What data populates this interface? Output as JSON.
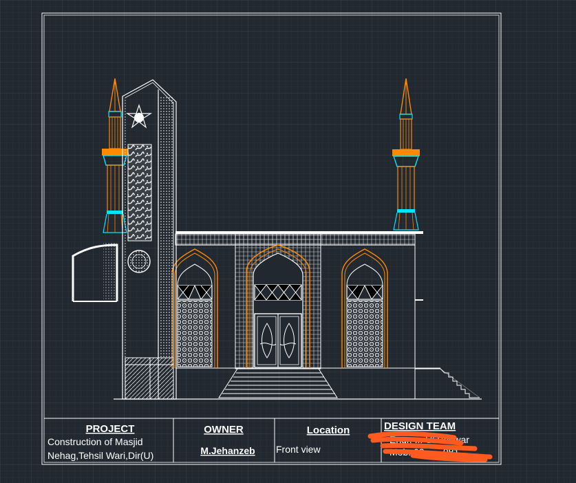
{
  "title_block": {
    "project": {
      "heading": "PROJECT",
      "line1": "Construction of Masjid",
      "line2": "Nehag,Tehsil Wari,Dir(U)"
    },
    "owner": {
      "heading": "OWNER",
      "name": "M.Jehanzeb"
    },
    "location": {
      "heading": "Location",
      "value": "Front view"
    },
    "design_team": {
      "heading": "DESIGN TEAM",
      "line1": "Engr. ... Ul Baswar",
      "line2": "Mob: 03... ...081"
    }
  },
  "colors": {
    "background": "#212830",
    "grid_major": "#36404a",
    "grid_minor": "#2a323b",
    "line_white": "#ffffff",
    "accent_orange": "#ff8a00",
    "accent_cyan": "#00e5ff",
    "redaction": "#ff5a1f"
  },
  "icons": [
    "crescent-star-icon",
    "calligraphy-panel",
    "medallion-icon"
  ]
}
